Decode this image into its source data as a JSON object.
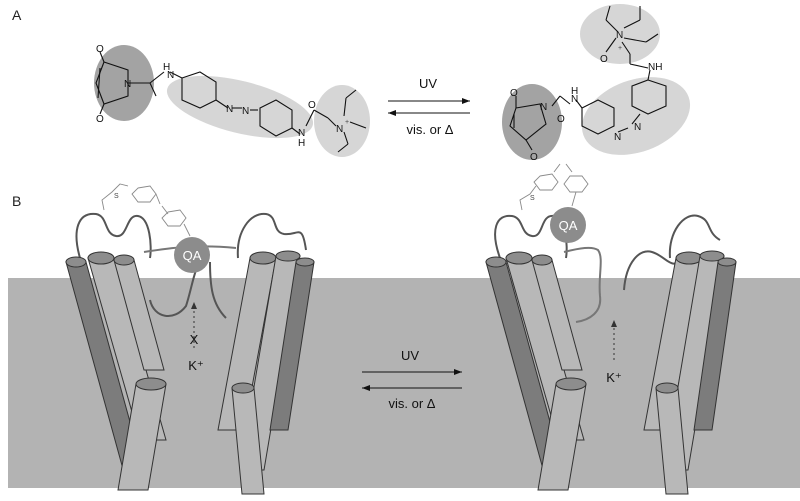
{
  "panel_a": {
    "label": "A",
    "left_molecule": {
      "atoms": {
        "nh_left": "H",
        "n_left": "N",
        "azo_n1": "N",
        "azo_n2": "N",
        "nh_right_n": "N",
        "nh_right_h": "H",
        "carbonyl_o": "O",
        "quat_n": "N",
        "quat_charge": "+",
        "maleimide_n": "N",
        "maleimide_o_top": "O",
        "maleimide_o_bottom": "O"
      }
    },
    "right_molecule": {
      "atoms": {
        "quat_n": "N",
        "quat_charge": "+",
        "carbonyl_o_top": "O",
        "nh_top": "NH",
        "maleimide_n": "N",
        "maleimide_o_top": "O",
        "maleimide_o_bottom": "O",
        "carbonyl_o_mid": "O",
        "nh_mid_n": "N",
        "nh_mid_h": "H",
        "azo_n1": "N",
        "azo_n2": "N"
      }
    },
    "forward_label": "UV",
    "reverse_label": "vis. or Δ"
  },
  "panel_b": {
    "label": "B",
    "blocker_label": "QA",
    "linker_atom": "S",
    "ion_left": "K⁺",
    "blocked_mark": "X",
    "ion_right": "K⁺",
    "forward_label": "UV",
    "reverse_label": "vis. or Δ"
  },
  "colors": {
    "membrane": "#b3b3b3",
    "blob_dark": "#a3a3a3",
    "blob_light": "#d6d6d6",
    "qa_ball": "#8c8c8c"
  }
}
